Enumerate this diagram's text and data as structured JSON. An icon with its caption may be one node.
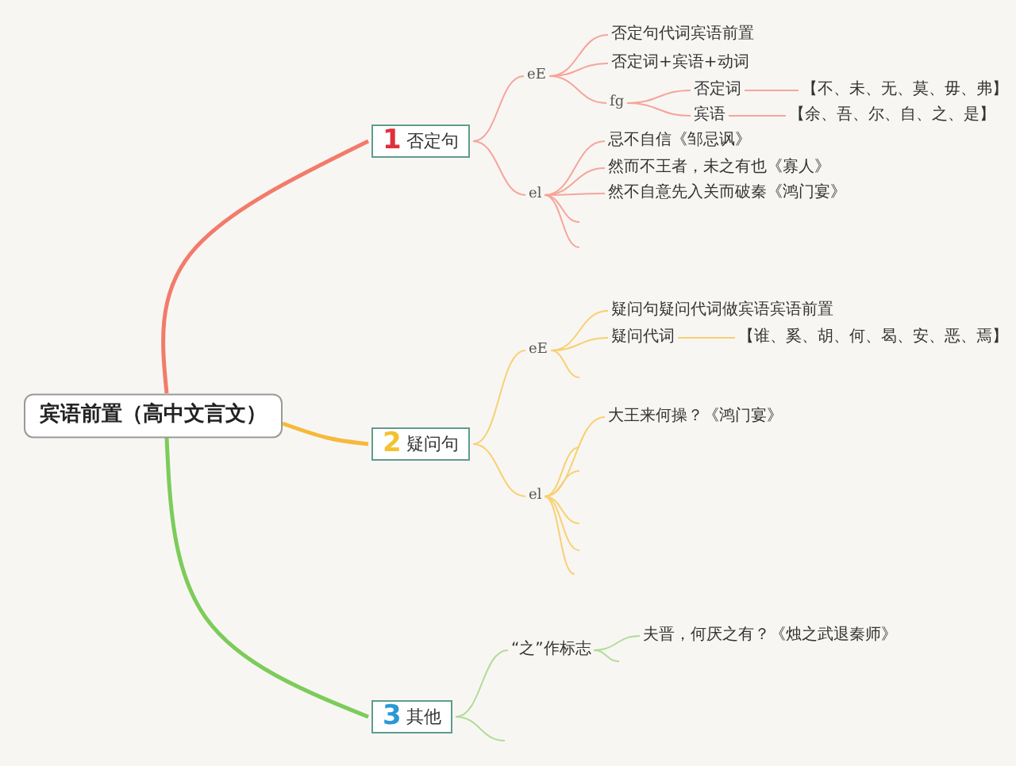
{
  "diagram": {
    "nodes": [
      {
        "text": [
          "宾语前置（高中文言文）"
        ]
      },
      {
        "text": [
          "1",
          "否定句"
        ]
      },
      {
        "text": [
          "eE"
        ]
      },
      {
        "text": [
          "否定句代词宾语前置"
        ]
      },
      {
        "text": [
          "否定词+宾语+动词"
        ]
      },
      {
        "text": [
          "fg"
        ]
      },
      {
        "text": [
          "否定词"
        ]
      },
      {
        "text": [
          "【不、未、无、莫、毋、弗】"
        ]
      },
      {
        "text": [
          "宾语"
        ]
      },
      {
        "text": [
          "【余、吾、尔、自、之、是】"
        ]
      },
      {
        "text": [
          "el"
        ]
      },
      {
        "text": [
          "忌不自信《邹忌讽》"
        ]
      },
      {
        "text": [
          "然而不王者，未之有也《寡人》"
        ]
      },
      {
        "text": [
          "然不自意先入关而破秦《鸿门宴》"
        ]
      },
      {
        "text": [
          "2",
          "疑问句"
        ]
      },
      {
        "text": [
          "eE"
        ]
      },
      {
        "text": [
          "疑问句疑问代词做宾语宾语前置"
        ]
      },
      {
        "text": [
          "疑问代词"
        ]
      },
      {
        "text": [
          "【谁、奚、胡、何、曷、安、恶、焉】"
        ]
      },
      {
        "text": [
          "el"
        ]
      },
      {
        "text": [
          "大王来何操？《鸿门宴》"
        ]
      },
      {
        "text": [
          "3",
          "其他"
        ]
      },
      {
        "text": [
          "“之”作标志"
        ]
      },
      {
        "text": [
          "夫晋，何厌之有？《烛之武退秦师》"
        ]
      }
    ],
    "edges": [
      {
        "from": 0,
        "to": 1,
        "arrow": "none",
        "style": "thick",
        "color": "#f27b6b"
      },
      {
        "from": 0,
        "to": 14,
        "arrow": "none",
        "style": "thick",
        "color": "#f6b93b"
      },
      {
        "from": 0,
        "to": 21,
        "arrow": "none",
        "style": "thick",
        "color": "#7ccc5a"
      },
      {
        "from": 1,
        "to": 2,
        "arrow": "none",
        "color": "#f5a59a"
      },
      {
        "from": 1,
        "to": 10,
        "arrow": "none",
        "color": "#f5a59a"
      },
      {
        "from": 2,
        "to": 3,
        "arrow": "none",
        "color": "#f5a59a"
      },
      {
        "from": 2,
        "to": 4,
        "arrow": "none",
        "color": "#f5a59a"
      },
      {
        "from": 2,
        "to": 5,
        "arrow": "none",
        "color": "#f5a59a"
      },
      {
        "from": 5,
        "to": 6,
        "arrow": "none",
        "color": "#f5a59a"
      },
      {
        "from": 5,
        "to": 8,
        "arrow": "none",
        "color": "#f5a59a"
      },
      {
        "from": 6,
        "to": 7,
        "arrow": "none",
        "color": "#f5a59a"
      },
      {
        "from": 8,
        "to": 9,
        "arrow": "none",
        "color": "#f5a59a"
      },
      {
        "from": 10,
        "to": 11,
        "arrow": "none",
        "color": "#f5a59a"
      },
      {
        "from": 10,
        "to": 12,
        "arrow": "none",
        "color": "#f5a59a"
      },
      {
        "from": 10,
        "to": 13,
        "arrow": "none",
        "color": "#f5a59a"
      },
      {
        "from": 10,
        "to": null,
        "arrow": "none",
        "color": "#f5a59a"
      },
      {
        "from": 10,
        "to": null,
        "arrow": "none",
        "color": "#f5a59a"
      },
      {
        "from": 14,
        "to": 15,
        "arrow": "none",
        "color": "#f8d070"
      },
      {
        "from": 14,
        "to": 19,
        "arrow": "none",
        "color": "#f8d070"
      },
      {
        "from": 15,
        "to": 16,
        "arrow": "none",
        "color": "#f8d070"
      },
      {
        "from": 15,
        "to": 17,
        "arrow": "none",
        "color": "#f8d070"
      },
      {
        "from": 15,
        "to": null,
        "arrow": "none",
        "color": "#f8d070"
      },
      {
        "from": 17,
        "to": 18,
        "arrow": "none",
        "color": "#f8d070"
      },
      {
        "from": 19,
        "to": 20,
        "arrow": "none",
        "color": "#f8d070"
      },
      {
        "from": 19,
        "to": null,
        "arrow": "none",
        "color": "#f8d070"
      },
      {
        "from": 19,
        "to": null,
        "arrow": "none",
        "color": "#f8d070"
      },
      {
        "from": 19,
        "to": null,
        "arrow": "none",
        "color": "#f8d070"
      },
      {
        "from": 19,
        "to": null,
        "arrow": "none",
        "color": "#f8d070"
      },
      {
        "from": 19,
        "to": null,
        "arrow": "none",
        "color": "#f8d070"
      },
      {
        "from": 21,
        "to": 22,
        "arrow": "none",
        "color": "#b0dc98"
      },
      {
        "from": 21,
        "to": null,
        "arrow": "none",
        "color": "#b0dc98"
      },
      {
        "from": 22,
        "to": 23,
        "arrow": "none",
        "color": "#b0dc98"
      },
      {
        "from": 22,
        "to": null,
        "arrow": "none",
        "color": "#b0dc98"
      }
    ]
  }
}
